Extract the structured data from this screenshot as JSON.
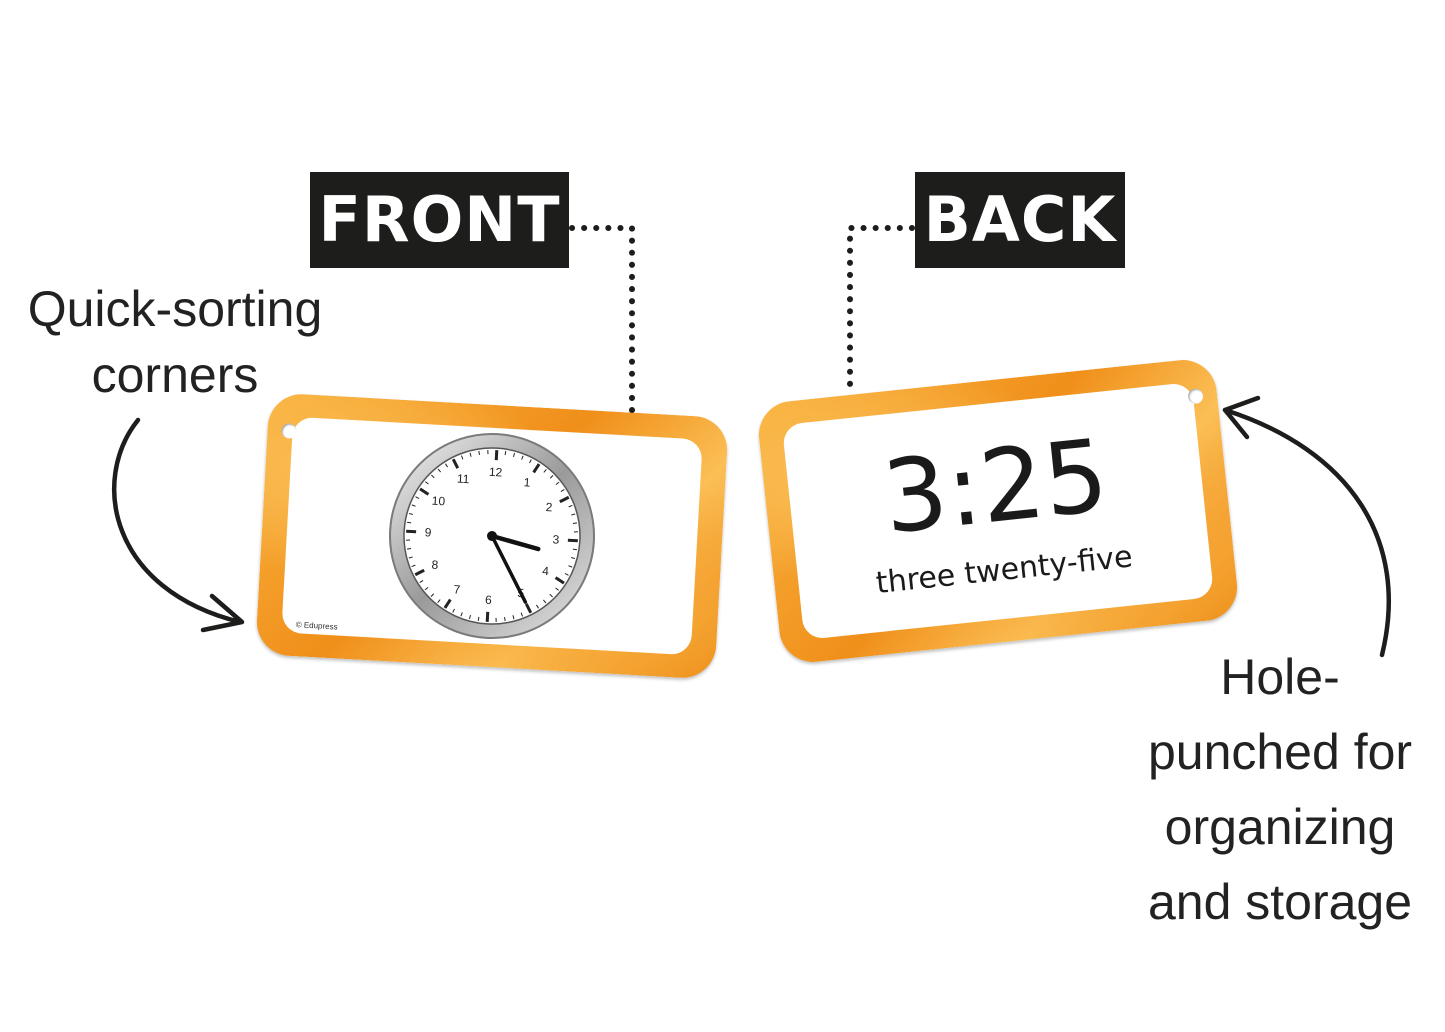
{
  "labels": {
    "front": "FRONT",
    "back": "BACK"
  },
  "notes": {
    "sorting_line1": "Quick-sorting",
    "sorting_line2": "corners",
    "hole_line1": "Hole-",
    "hole_line2": "punched for",
    "hole_line3": "organizing",
    "hole_line4": "and storage"
  },
  "front_card": {
    "clock_numbers": [
      "12",
      "1",
      "2",
      "3",
      "4",
      "5",
      "6",
      "7",
      "8",
      "9",
      "10",
      "11"
    ],
    "copyright": "© Edupress"
  },
  "back_card": {
    "time": "3:25",
    "time_words": "three twenty-five"
  },
  "colors": {
    "card_orange": "#f39a22",
    "label_bg": "#1d1d1b",
    "ink": "#222222"
  }
}
